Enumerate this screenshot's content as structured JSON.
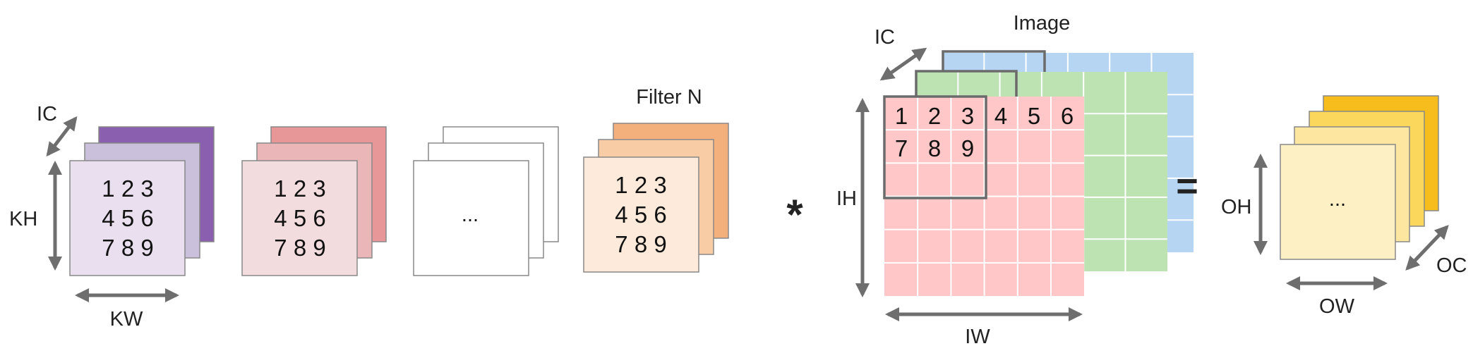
{
  "labels": {
    "ic_left": "IC",
    "kh": "KH",
    "kw": "KW",
    "filter_n": "Filter N",
    "ellipsis_filter": "...",
    "star": "*",
    "ic_image": "IC",
    "image": "Image",
    "ih": "IH",
    "iw": "IW",
    "equals": "=",
    "oh": "OH",
    "ow": "OW",
    "oc": "OC",
    "ellipsis_output": "..."
  },
  "kernel_rows": [
    "1 2 3",
    "4 5 6",
    "7 8 9"
  ],
  "image_cells": [
    "1",
    "2",
    "3",
    "4",
    "5",
    "6",
    "7",
    "8",
    "9"
  ],
  "colors": {
    "filter1": [
      "#8a5fb0",
      "#cbc0dc",
      "#e9dfee"
    ],
    "filter2": [
      "#e79798",
      "#ebb6b7",
      "#f3dcdd"
    ],
    "filter3": [
      "#ffffff",
      "#ffffff",
      "#ffffff"
    ],
    "filterN": [
      "#f4b07c",
      "#f8cda5",
      "#fdeadb"
    ],
    "image_red": "#ffc7c7",
    "image_green": "#bde3b3",
    "image_blue": "#b6d5f2",
    "output": [
      "#f7bd1c",
      "#fbd75c",
      "#fde7a0",
      "#fdf0c5"
    ],
    "arrow": "#6e6e6e"
  }
}
